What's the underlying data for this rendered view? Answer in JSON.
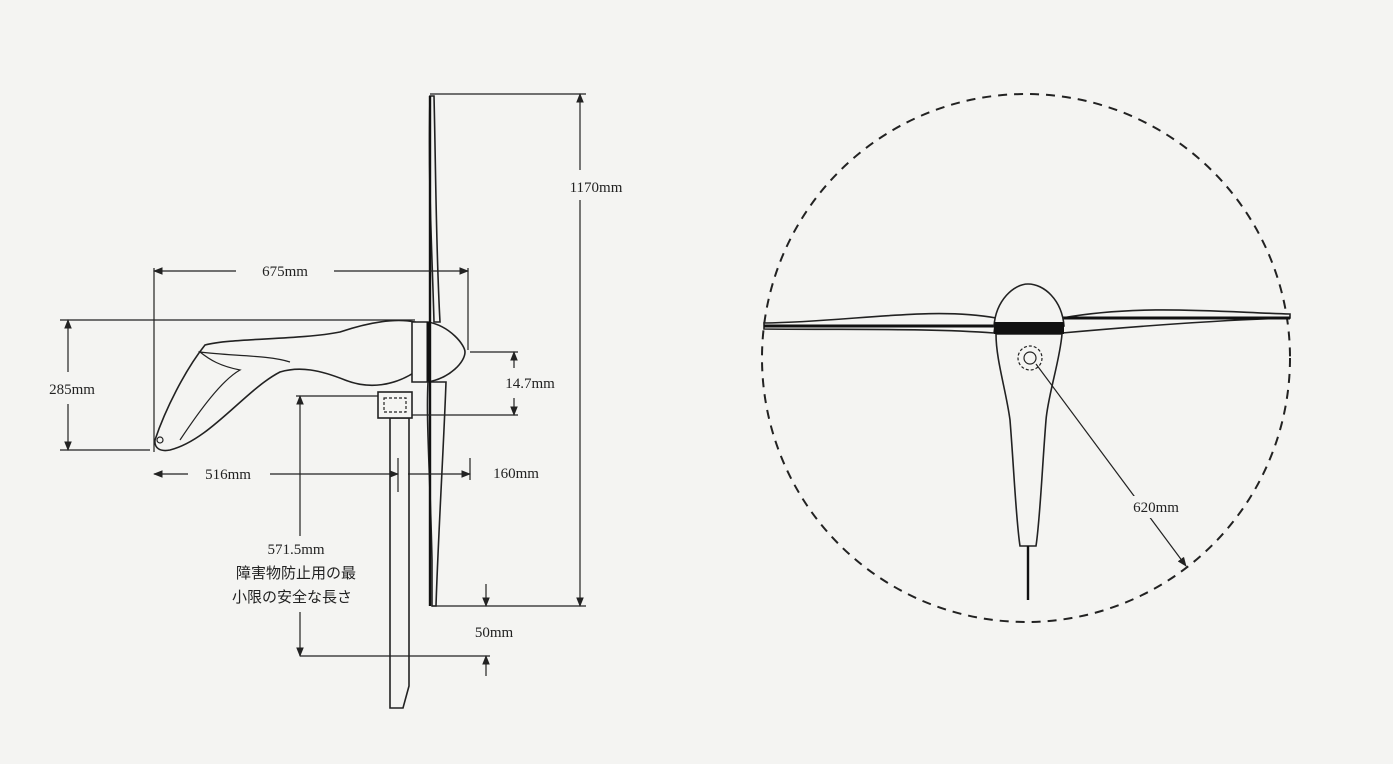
{
  "side_view": {
    "dim_length": "675mm",
    "dim_height": "285mm",
    "dim_hub": "14.7mm",
    "dim_tail": "516mm",
    "dim_offset": "160mm",
    "dim_blade": "1170mm",
    "dim_clearance": "50mm",
    "safety_value": "571.5mm",
    "safety_line1": "障害物防止用の最",
    "safety_line2": "小限の安全な長さ"
  },
  "front_view": {
    "dim_radius": "620mm"
  },
  "colors": {
    "ink": "#222222",
    "paper": "#f4f4f2"
  }
}
